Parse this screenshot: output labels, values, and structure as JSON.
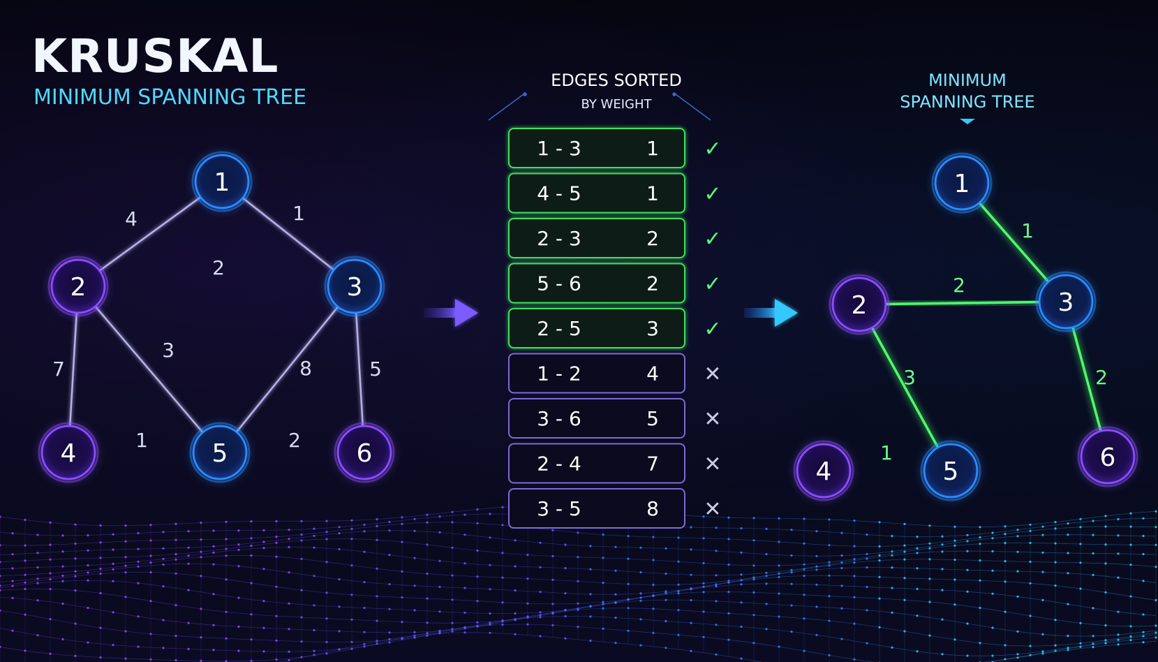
{
  "title": "KRUSKAL",
  "subtitle": "MINIMUM SPANNING TREE",
  "colors": {
    "background": "#05050f",
    "node_blue": "#2a8cff",
    "node_purple": "#8a4dff",
    "edge_default": "#c9c4ff",
    "mst_edge": "#4dff6a",
    "accepted_border": "#3de05a",
    "rejected_border": "#7f6ad8",
    "title_cyan": "#4fd8ff"
  },
  "graph": {
    "nodes": [
      {
        "id": "1",
        "style": "blue"
      },
      {
        "id": "2",
        "style": "purple"
      },
      {
        "id": "3",
        "style": "blue"
      },
      {
        "id": "4",
        "style": "purple"
      },
      {
        "id": "5",
        "style": "blue"
      },
      {
        "id": "6",
        "style": "purple"
      }
    ],
    "edges": [
      {
        "from": "1",
        "to": "2",
        "weight": "4"
      },
      {
        "from": "1",
        "to": "3",
        "weight": "1"
      },
      {
        "from": "2",
        "to": "3",
        "weight": "2"
      },
      {
        "from": "2",
        "to": "5",
        "weight": "3"
      },
      {
        "from": "3",
        "to": "5",
        "weight": "8"
      },
      {
        "from": "2",
        "to": "4",
        "weight": "7"
      },
      {
        "from": "3",
        "to": "6",
        "weight": "5"
      },
      {
        "from": "4",
        "to": "5",
        "weight": "1"
      },
      {
        "from": "5",
        "to": "6",
        "weight": "2"
      }
    ]
  },
  "arrow_icon": "right-arrow-icon",
  "sorted_panel": {
    "title": "EDGES SORTED",
    "subtitle": "BY WEIGHT",
    "rows": [
      {
        "edge": "1 - 3",
        "weight": "1",
        "status": "accepted",
        "mark": "✓"
      },
      {
        "edge": "4 - 5",
        "weight": "1",
        "status": "accepted",
        "mark": "✓"
      },
      {
        "edge": "2 - 3",
        "weight": "2",
        "status": "accepted",
        "mark": "✓"
      },
      {
        "edge": "5 - 6",
        "weight": "2",
        "status": "accepted",
        "mark": "✓"
      },
      {
        "edge": "2 - 5",
        "weight": "3",
        "status": "accepted",
        "mark": "✓"
      },
      {
        "edge": "1 - 2",
        "weight": "4",
        "status": "rejected",
        "mark": "✕"
      },
      {
        "edge": "3 - 6",
        "weight": "5",
        "status": "rejected",
        "mark": "✕"
      },
      {
        "edge": "2 - 4",
        "weight": "7",
        "status": "rejected",
        "mark": "✕"
      },
      {
        "edge": "3 - 5",
        "weight": "8",
        "status": "rejected",
        "mark": "✕"
      }
    ]
  },
  "mst_panel": {
    "title_line1": "MINIMUM",
    "title_line2": "SPANNING TREE",
    "nodes": [
      {
        "id": "1",
        "style": "blue"
      },
      {
        "id": "2",
        "style": "purple"
      },
      {
        "id": "3",
        "style": "blue"
      },
      {
        "id": "4",
        "style": "purple"
      },
      {
        "id": "5",
        "style": "blue"
      },
      {
        "id": "6",
        "style": "purple"
      }
    ],
    "edges": [
      {
        "from": "1",
        "to": "3",
        "weight": "1"
      },
      {
        "from": "2",
        "to": "3",
        "weight": "2"
      },
      {
        "from": "2",
        "to": "5",
        "weight": "3"
      },
      {
        "from": "4",
        "to": "5",
        "weight": "1"
      },
      {
        "from": "3",
        "to": "6",
        "weight": "2"
      }
    ]
  }
}
